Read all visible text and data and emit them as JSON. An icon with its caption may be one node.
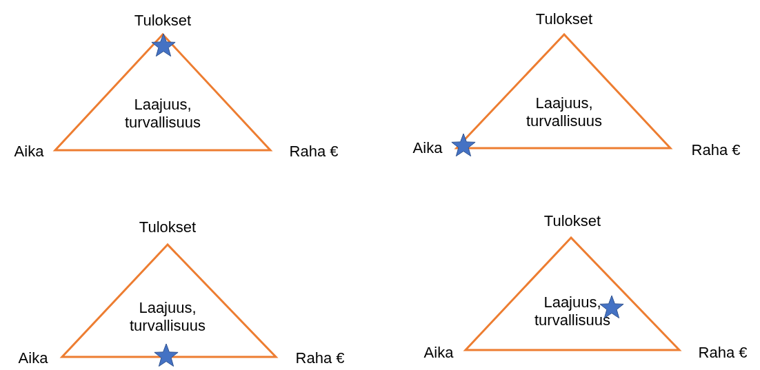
{
  "diagram": {
    "nodes": [
      {
        "text": [
          "Laajuus, turvallisuus"
        ],
        "beside": [
          "Tulokset",
          "Aika",
          "Raha €"
        ]
      },
      {
        "text": [
          "Laajuus, turvallisuus"
        ],
        "beside": [
          "Tulokset",
          "Aika",
          "Raha €"
        ]
      },
      {
        "text": [
          "Laajuus, turvallisuus"
        ],
        "beside": [
          "Tulokset",
          "Aika",
          "Raha €"
        ]
      },
      {
        "text": [
          "Laajuus, turvallisuus"
        ],
        "beside": [
          "Tulokset",
          "Aika",
          "Raha €"
        ]
      }
    ],
    "edges": []
  }
}
